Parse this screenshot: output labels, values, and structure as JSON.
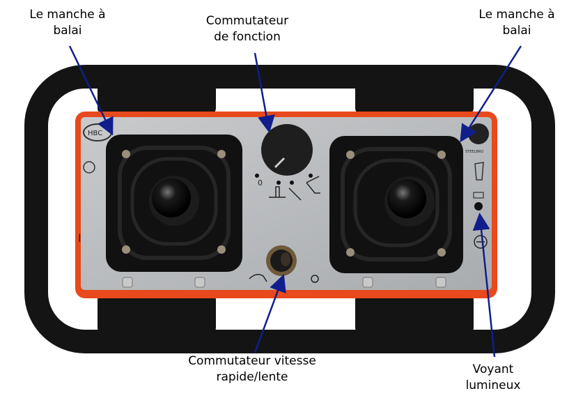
{
  "labels": {
    "left_joystick": [
      "Le manche à",
      "balai"
    ],
    "function_switch": [
      "Commutateur",
      "de fonction"
    ],
    "right_joystick": [
      "Le manche à",
      "balai"
    ],
    "speed_switch": [
      "Commutateur vitesse",
      "rapide/lente"
    ],
    "indicator_light": [
      "Voyant",
      "lumineux"
    ]
  },
  "panel_markings": {
    "left_logo": "HBC",
    "right_logo": "STEELBRO",
    "dial_position_zero": "0",
    "power_mark": "I"
  },
  "colors": {
    "arrow": "#101e8c",
    "housing": "#e8491d",
    "plate": "#b9bcbf",
    "rubber": "#151515"
  }
}
